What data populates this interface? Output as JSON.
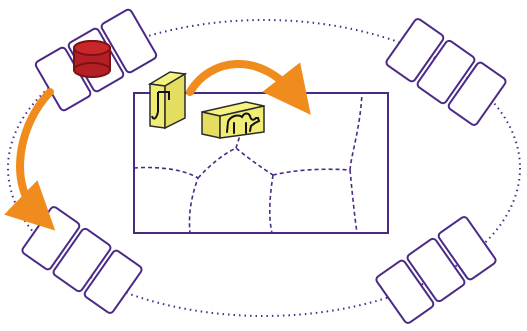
{
  "colors": {
    "board_outline": "#4b2a86",
    "region_border": "#4b2a86",
    "card_outline": "#4b2a86",
    "arrow": "#f08c1e",
    "token": "#b31f24",
    "token_dark": "#7d1216",
    "crate_fill": "#f1ec75",
    "crate_outline": "#2b2b2b",
    "crate_icon": "#111111",
    "background": "#ffffff"
  },
  "icons": {
    "player_token": "red-cylinder-token",
    "cargo_crate_1": "crane-hook-crate-icon",
    "cargo_crate_2": "camel-crate-icon",
    "movement_arrows": "curved-arrow-icon"
  },
  "card_groups": [
    {
      "id": "top-left",
      "cards": 3
    },
    {
      "id": "top-right",
      "cards": 3
    },
    {
      "id": "bottom-left",
      "cards": 3
    },
    {
      "id": "bottom-right",
      "cards": 3
    }
  ]
}
